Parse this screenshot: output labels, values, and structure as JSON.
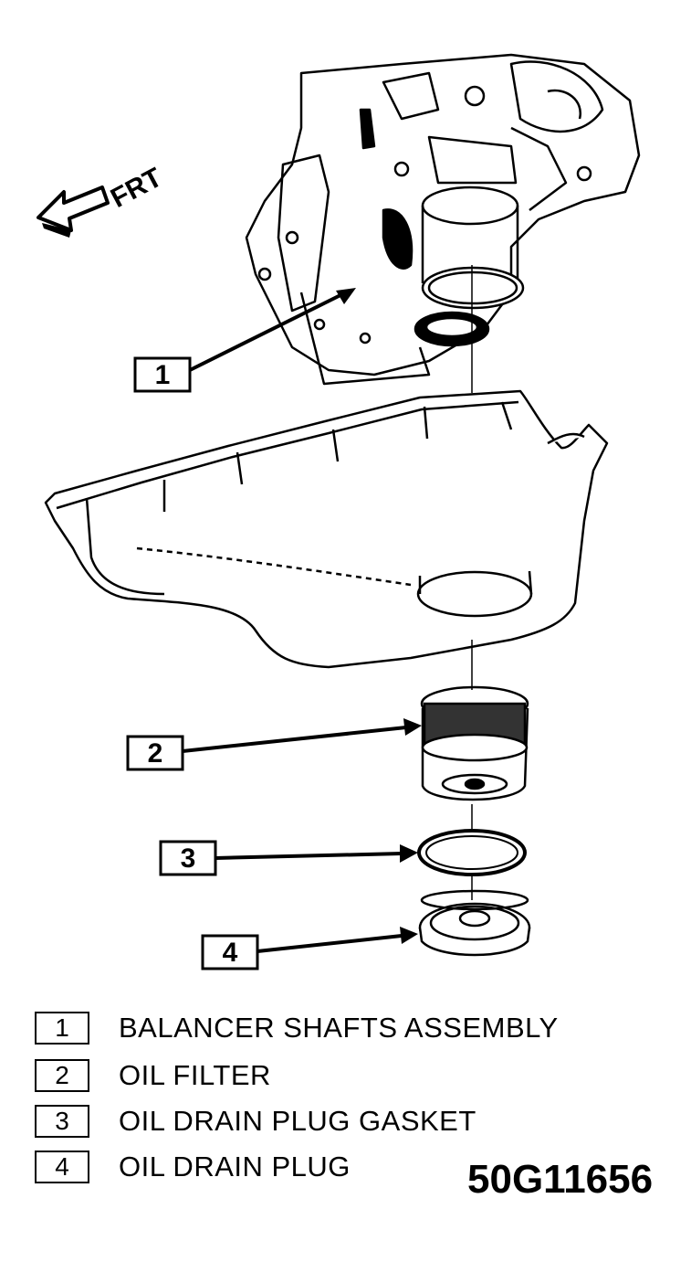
{
  "direction_label": "FRT",
  "callouts": [
    "1",
    "2",
    "3",
    "4"
  ],
  "legend": [
    {
      "num": "1",
      "label": "BALANCER SHAFTS ASSEMBLY"
    },
    {
      "num": "2",
      "label": "OIL FILTER"
    },
    {
      "num": "3",
      "label": "OIL DRAIN PLUG GASKET"
    },
    {
      "num": "4",
      "label": "OIL DRAIN PLUG"
    }
  ],
  "figure_id": "50G11656"
}
